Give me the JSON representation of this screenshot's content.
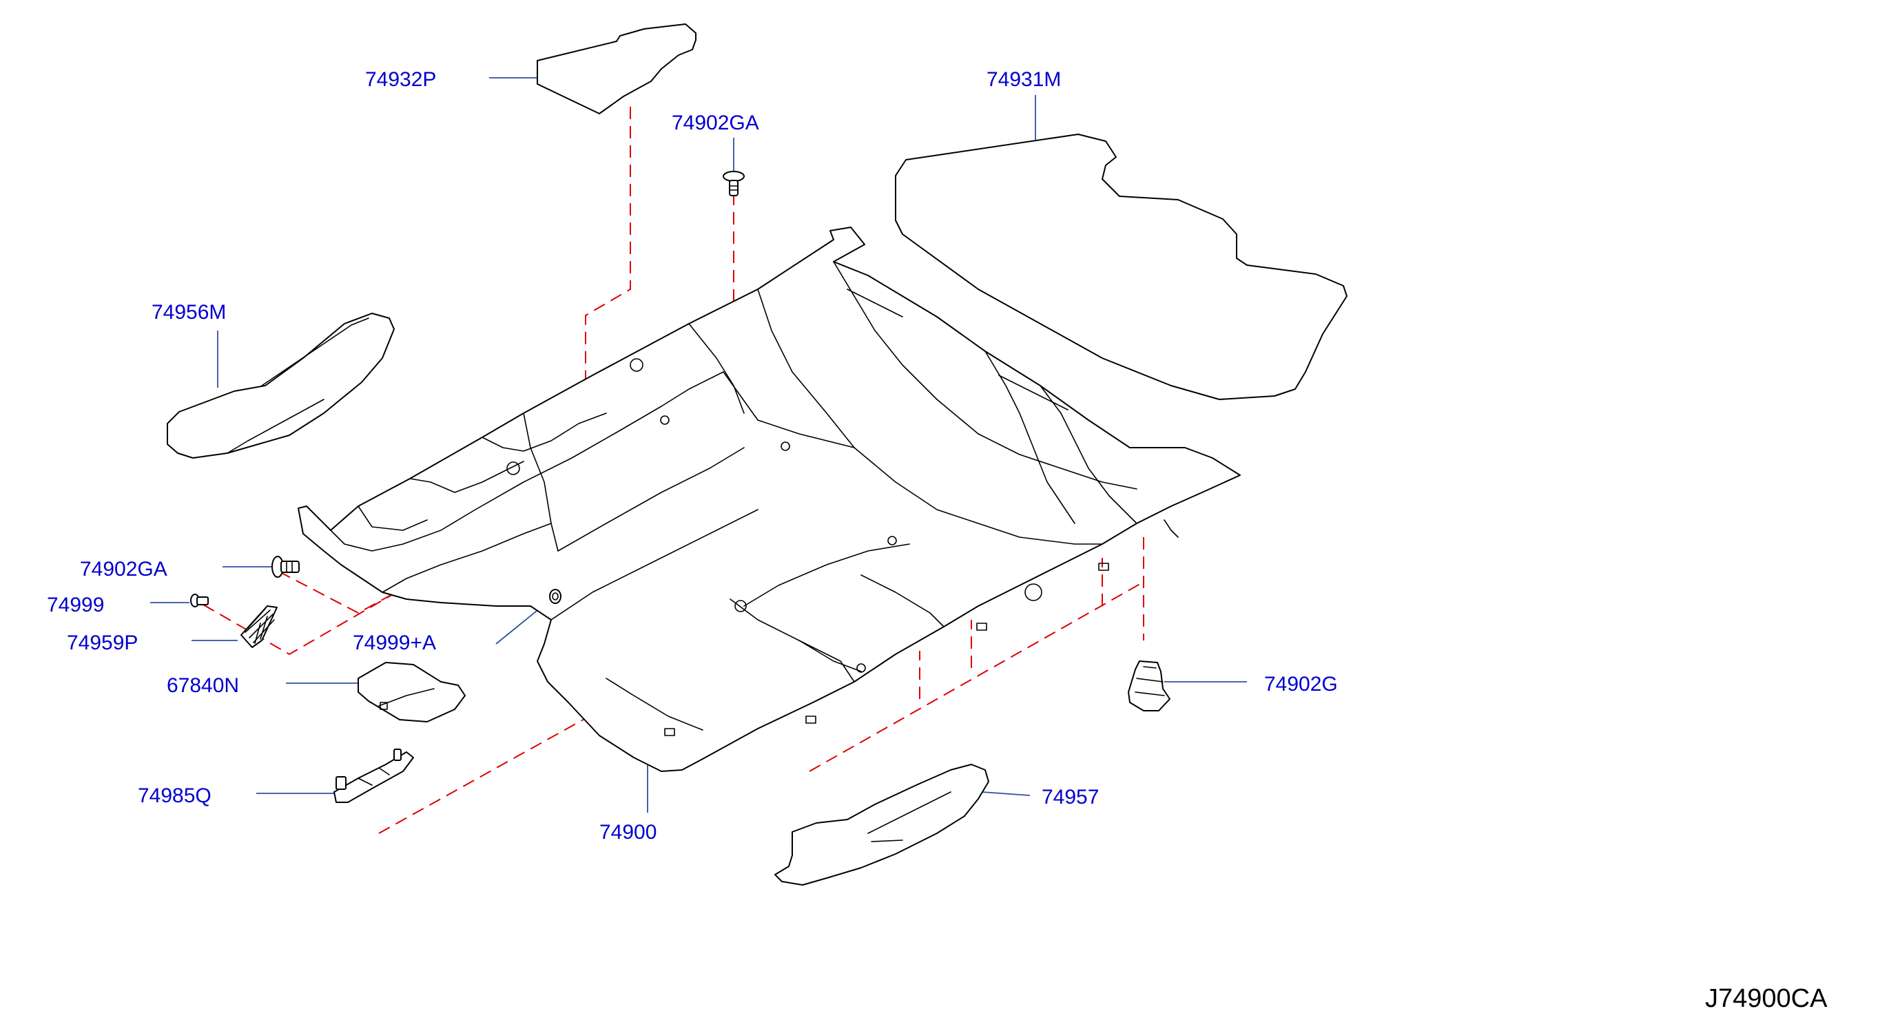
{
  "colors": {
    "callout_text": "#0000d0",
    "leader_line": "#3050a0",
    "dashed_line": "#e00000",
    "part_outline": "#000000",
    "diagram_code": "#000000"
  },
  "diagram_code": "J74900CA",
  "callouts": {
    "c74932P": "74932P",
    "c74931M": "74931M",
    "c74902GA_top": "74902GA",
    "c74956M": "74956M",
    "c74902GA_left": "74902GA",
    "c74999": "74999",
    "c74959P": "74959P",
    "c74999A": "74999+A",
    "c67840N": "67840N",
    "c74985Q": "74985Q",
    "c74900": "74900",
    "c74957": "74957",
    "c74902G": "74902G"
  }
}
